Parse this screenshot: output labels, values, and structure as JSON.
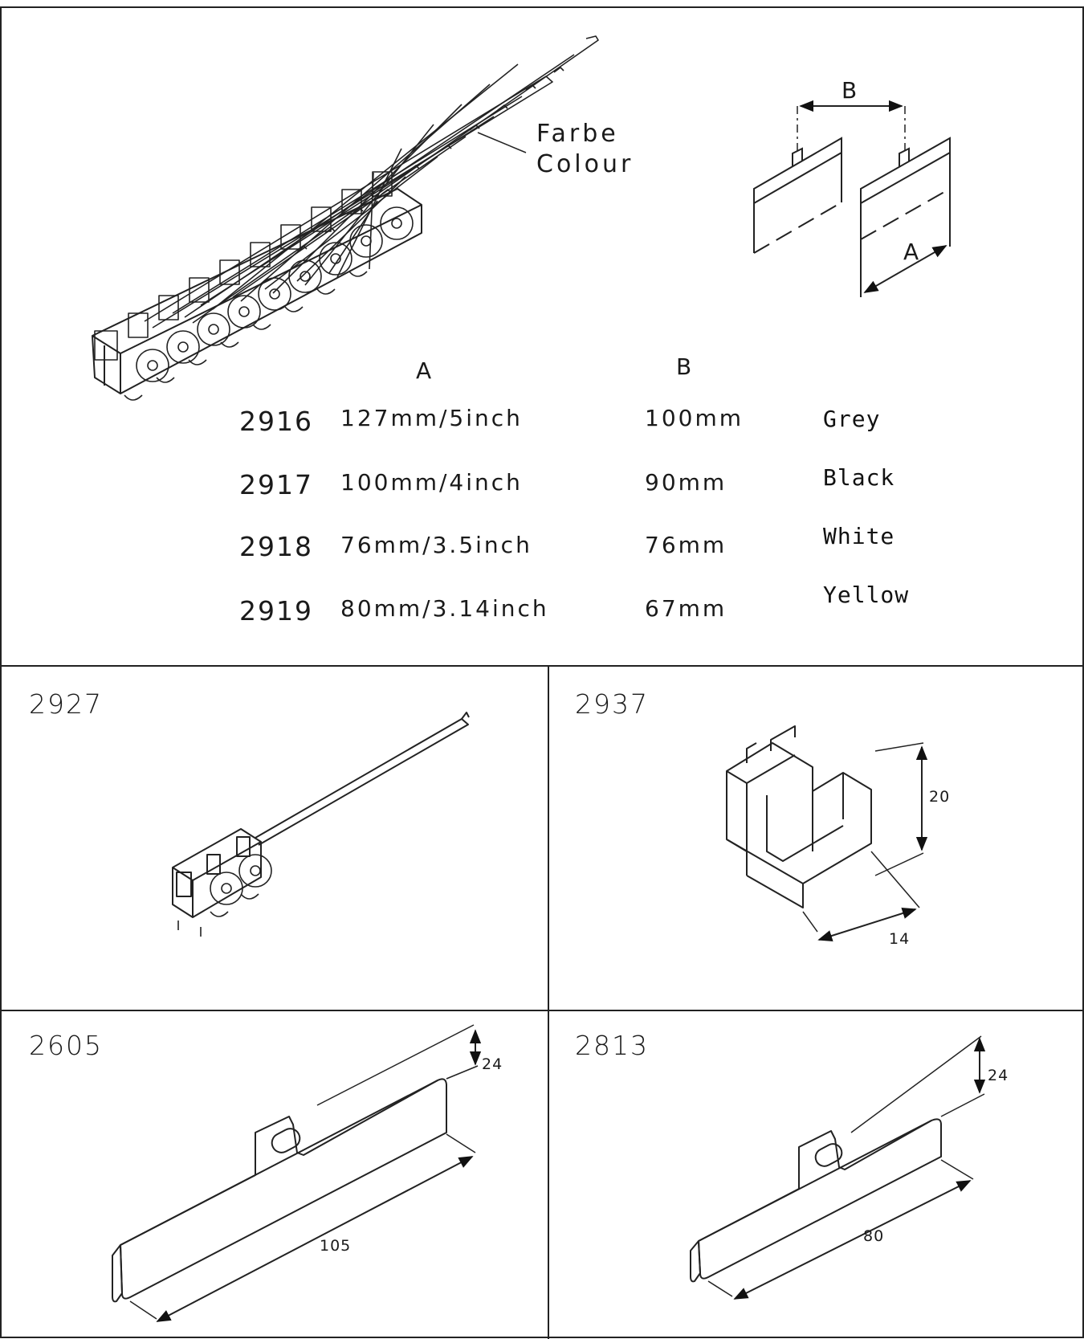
{
  "overview": {
    "callout_line1": "Farbe",
    "callout_line2": "Colour",
    "dim_a": "A",
    "dim_b": "B",
    "col_a_header": "A",
    "col_b_header": "B",
    "rows": [
      {
        "code": "2916",
        "a": "127mm/5inch",
        "b": "100mm",
        "colour": "Grey"
      },
      {
        "code": "2917",
        "a": "100mm/4inch",
        "b": "90mm",
        "colour": "Black"
      },
      {
        "code": "2918",
        "a": "76mm/3.5inch",
        "b": "76mm",
        "colour": "White"
      },
      {
        "code": "2919",
        "a": "80mm/3.14inch",
        "b": "67mm",
        "colour": "Yellow"
      }
    ]
  },
  "parts": {
    "p2927": {
      "code": "2927"
    },
    "p2937": {
      "code": "2937",
      "height": "20",
      "width": "14"
    },
    "p2605": {
      "code": "2605",
      "height": "24",
      "length": "105"
    },
    "p2813": {
      "code": "2813",
      "height": "24",
      "length": "80"
    }
  }
}
